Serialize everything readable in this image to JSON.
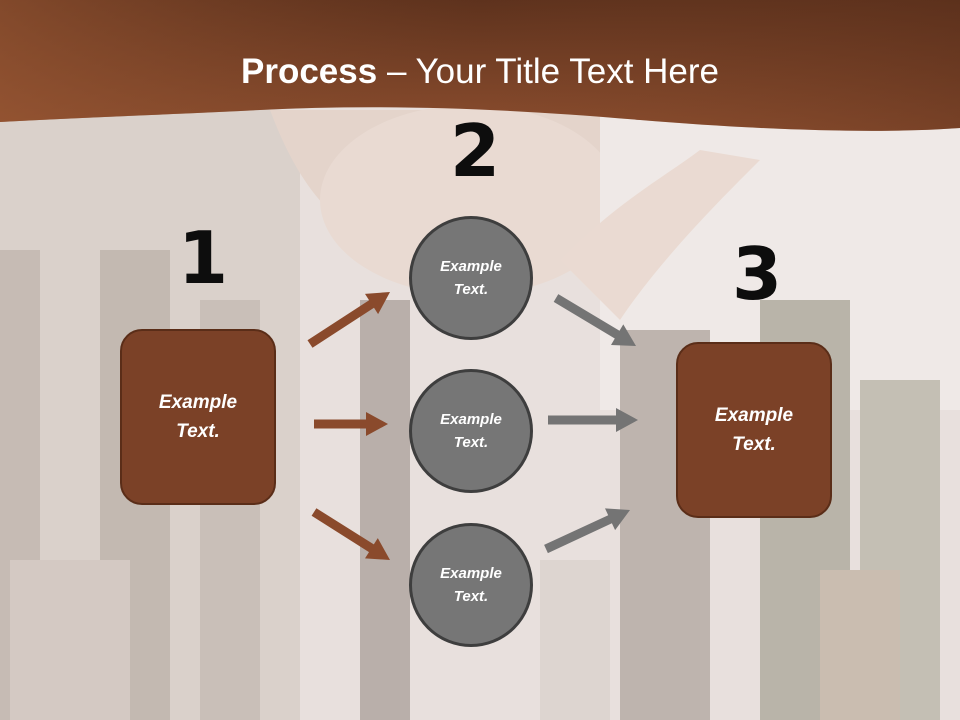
{
  "title": {
    "strong": "Process",
    "rest": " – Your Title Text Here"
  },
  "steps": [
    {
      "number": "1",
      "label": "Example\nText."
    },
    {
      "number": "2"
    },
    {
      "number": "3",
      "label": "Example\nText."
    }
  ],
  "circles": [
    {
      "label": "Example\nText."
    },
    {
      "label": "Example\nText."
    },
    {
      "label": "Example\nText."
    }
  ],
  "colors": {
    "header": "#7a4428",
    "box_fill": "#7b4127",
    "circle_fill": "#767676",
    "arrow_left": "#8a4a2c",
    "arrow_right": "#747474"
  }
}
